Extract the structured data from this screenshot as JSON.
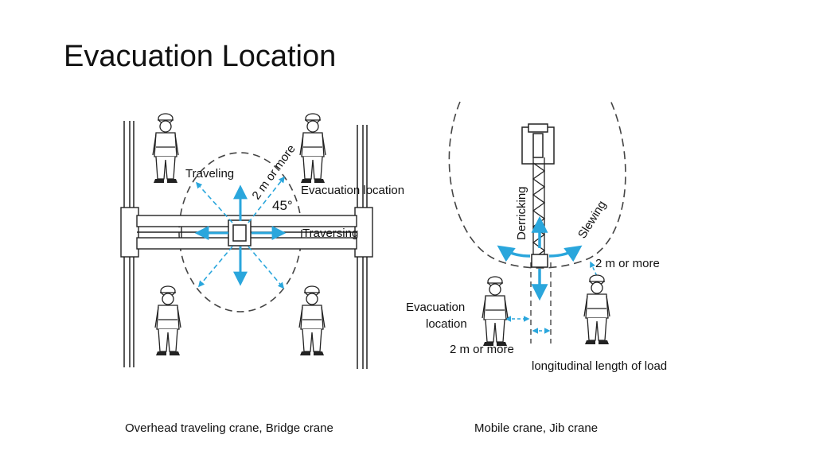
{
  "title": "Evacuation Location",
  "left_figure": {
    "traveling": "Traveling",
    "distance": "2 m or more",
    "angle": "45°",
    "evacuation": "Evacuation location",
    "traversing": "Traversing",
    "caption": "Overhead traveling crane, Bridge crane"
  },
  "right_figure": {
    "derricking": "Derricking",
    "slewing": "Slewing",
    "distance_right": "2 m or more",
    "evacuation_line1": "Evacuation",
    "evacuation_line2": "location",
    "distance_left": "2 m or more",
    "load_length": "longitudinal length of load",
    "caption": "Mobile crane, Jib crane"
  },
  "colors": {
    "arrow": "#2aa6dc",
    "line": "#222222"
  }
}
